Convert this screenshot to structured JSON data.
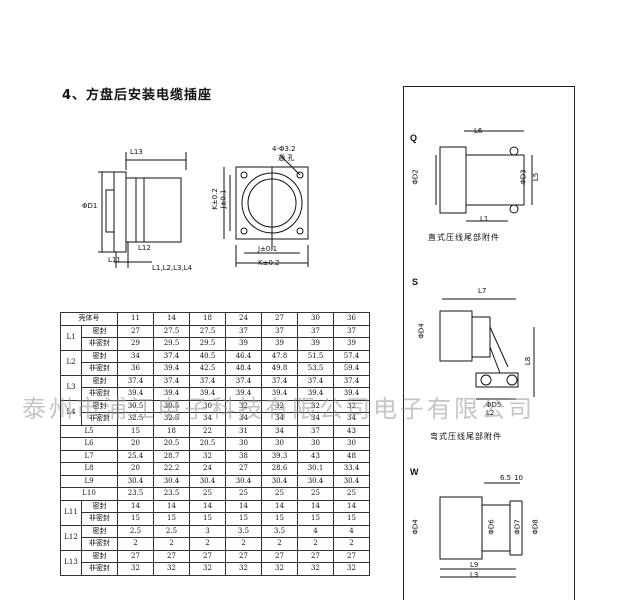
{
  "section_title": "4、方盘后安装电缆插座",
  "side_view_labels": {
    "l13": "L13",
    "d1": "ΦD1",
    "l12": "L12",
    "l11": "L11",
    "l_group": "L1,L2,L3,L4"
  },
  "front_view_labels": {
    "holes": "4-Φ3.2",
    "holes_note": "通 孔",
    "j_left": "J±0.1",
    "k_left": "K±0.2",
    "j_bottom": "J±0.1",
    "k_bottom": "K±0.2"
  },
  "table": {
    "header_label": "壳体号",
    "shell_sizes": [
      "11",
      "14",
      "18",
      "24",
      "27",
      "30",
      "36"
    ],
    "groups": [
      {
        "name": "L1",
        "rows": [
          {
            "sub": "密封",
            "values": [
              "27",
              "27.5",
              "27.5",
              "37",
              "37",
              "37",
              "37"
            ]
          },
          {
            "sub": "非密封",
            "values": [
              "29",
              "29.5",
              "29.5",
              "39",
              "39",
              "39",
              "39"
            ]
          }
        ]
      },
      {
        "name": "L2",
        "rows": [
          {
            "sub": "密封",
            "values": [
              "34",
              "37.4",
              "40.5",
              "46.4",
              "47.8",
              "51.5",
              "57.4"
            ]
          },
          {
            "sub": "非密封",
            "values": [
              "36",
              "39.4",
              "42.5",
              "48.4",
              "49.8",
              "53.5",
              "59.4"
            ]
          }
        ]
      },
      {
        "name": "L3",
        "rows": [
          {
            "sub": "密封",
            "values": [
              "37.4",
              "37.4",
              "37.4",
              "37.4",
              "37.4",
              "37.4",
              "37.4"
            ]
          },
          {
            "sub": "非密封",
            "values": [
              "39.4",
              "39.4",
              "39.4",
              "39.4",
              "39.4",
              "39.4",
              "39.4"
            ]
          }
        ]
      },
      {
        "name": "L4",
        "rows": [
          {
            "sub": "密封",
            "values": [
              "30.5",
              "30.5",
              "30",
              "32",
              "32",
              "32",
              "32"
            ]
          },
          {
            "sub": "非密封",
            "values": [
              "32.5",
              "32.5",
              "34",
              "34",
              "34",
              "34",
              "34"
            ]
          }
        ]
      }
    ],
    "single_rows": [
      {
        "name": "L5",
        "values": [
          "15",
          "18",
          "22",
          "31",
          "34",
          "37",
          "43"
        ]
      },
      {
        "name": "L6",
        "values": [
          "20",
          "20.5",
          "20.5",
          "30",
          "30",
          "30",
          "30"
        ]
      },
      {
        "name": "L7",
        "values": [
          "25.4",
          "28.7",
          "32",
          "38",
          "39.3",
          "43",
          "48"
        ]
      },
      {
        "name": "L8",
        "values": [
          "20",
          "22.2",
          "24",
          "27",
          "28.6",
          "30.1",
          "33.4"
        ]
      },
      {
        "name": "L9",
        "values": [
          "30.4",
          "30.4",
          "30.4",
          "30.4",
          "30.4",
          "30.4",
          "30.4"
        ]
      },
      {
        "name": "L10",
        "values": [
          "23.5",
          "23.5",
          "25",
          "25",
          "25",
          "25",
          "25"
        ]
      }
    ],
    "groups_bottom": [
      {
        "name": "L11",
        "rows": [
          {
            "sub": "密封",
            "values": [
              "14",
              "14",
              "14",
              "14",
              "14",
              "14",
              "14"
            ]
          },
          {
            "sub": "非密封",
            "values": [
              "15",
              "15",
              "15",
              "15",
              "15",
              "15",
              "15"
            ]
          }
        ]
      },
      {
        "name": "L12",
        "rows": [
          {
            "sub": "密封",
            "values": [
              "2.5",
              "2.5",
              "3",
              "3.5",
              "3.5",
              "4",
              "4"
            ]
          },
          {
            "sub": "非密封",
            "values": [
              "2",
              "2",
              "2",
              "2",
              "2",
              "2",
              "2"
            ]
          }
        ]
      },
      {
        "name": "L13",
        "rows": [
          {
            "sub": "密封",
            "values": [
              "27",
              "27",
              "27",
              "27",
              "27",
              "27",
              "27"
            ]
          },
          {
            "sub": "非密封",
            "values": [
              "32",
              "32",
              "32",
              "32",
              "32",
              "32",
              "32"
            ]
          }
        ]
      }
    ]
  },
  "panel": {
    "q": {
      "label": "Q",
      "caption": "直式压线尾部附件",
      "l6": "L6",
      "d2": "ΦD2",
      "d3": "ΦD3",
      "l5": "L5",
      "l1": "L1"
    },
    "s": {
      "label": "S",
      "caption": "弯式压线尾部附件",
      "l7": "L7",
      "d4": "ΦD4",
      "d5": "ΦD5",
      "l8": "L8",
      "l2": "L2"
    },
    "w": {
      "label": "W",
      "l_top": "6.5",
      "l_top2": "10",
      "d4": "ΦD4",
      "d6": "ΦD6",
      "d7": "ΦD7",
      "d8": "ΦD8",
      "l9": "L9",
      "l3": "L3"
    }
  },
  "watermark": "泰州市浦江电子科技有限公司电子有限公司"
}
